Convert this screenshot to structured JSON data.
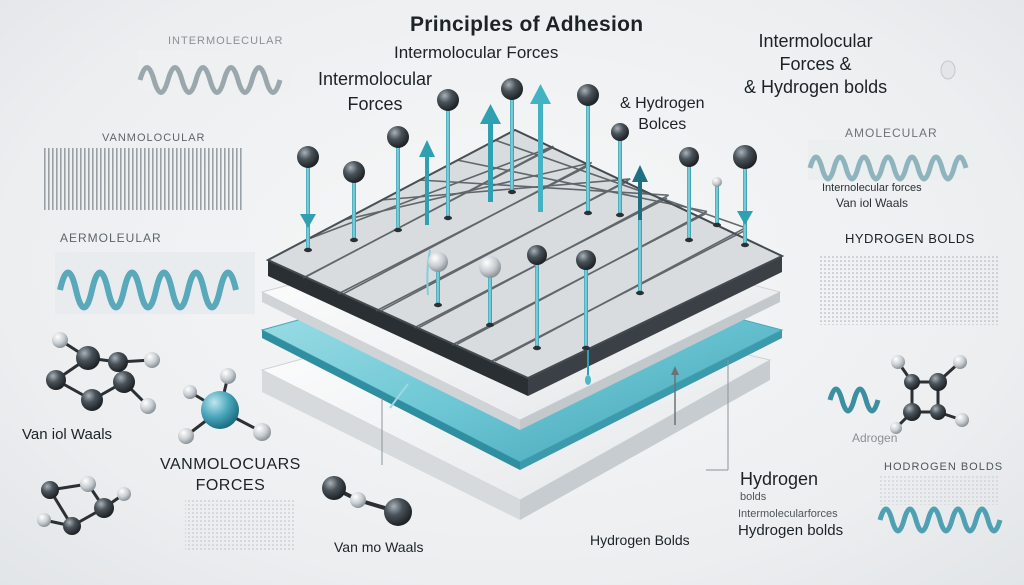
{
  "diagram": {
    "title": "Principles of Adhesion",
    "subtitle": "Intermolocular Forces",
    "labels": {
      "forces_left_line1": "Intermolocular",
      "forces_left_line2": "Forces",
      "hbonds_mid_line1": "& Hydrogen",
      "hbonds_mid_line2": "Bolces",
      "top_right_line1": "Intermolocular",
      "top_right_line2": "Forces &",
      "top_right_line3": "& Hydrogen bolds",
      "small_top_left": "INTERMOLECULAR",
      "small_left2": "VANMOLOCULAR",
      "small_left3": "AERMOLEULAR",
      "small_right1": "AMOLECULAR",
      "right_inter": "Internolecular forces",
      "right_van": "Van iol Waals",
      "right_hbonds": "HYDROGEN BOLDS",
      "vanwaals_left": "Van iol Waals",
      "vanmol_line1": "VANMOLOCUARS",
      "vanmol_line2": "FORCES",
      "vanwaals_bottom": "Van mo Waals",
      "hbonds_bottom": "Hydrogen Bolds",
      "hydrogen_big": "Hydrogen",
      "bolds_small": "bolds",
      "inter_small": "Intermolecularforces",
      "hbonds_right_bottom": "Hydrogen bolds",
      "adrogen": "Adrogen",
      "hbolds_right": "HODROGEN BOLDS"
    },
    "colors": {
      "accent_teal": "#2f9fb2",
      "teal_layer": "#7fd0dc",
      "dark_edge": "#2b3034",
      "tile_face": "#dcdfe1",
      "sphere_dark": "#3c4349",
      "wave": "#5aa9bb"
    }
  }
}
